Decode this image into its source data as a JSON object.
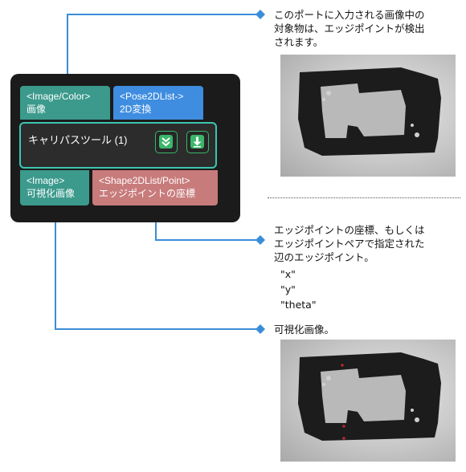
{
  "node": {
    "title": "キャリパスツール (1)",
    "inputs": [
      {
        "type": "<Image/Color>",
        "name": "画像",
        "color": "#3b9a8c"
      },
      {
        "type": "<Pose2DList->",
        "name": "2D変換",
        "color": "#3f8de0"
      }
    ],
    "outputs": [
      {
        "type": "<Image>",
        "name": "可視化画像",
        "color": "#3b9a8c"
      },
      {
        "type": "<Shape2DList/Point>",
        "name": "エッジポイントの座標",
        "color": "#c87b7b"
      }
    ],
    "buttons": [
      {
        "icon": "double-chevron-down-icon"
      },
      {
        "icon": "download-arrow-icon"
      }
    ]
  },
  "annotations": [
    {
      "lines": [
        "このポートに入力される画像中の",
        "対象物は、エッジポイントが検出",
        "されます。"
      ]
    },
    {
      "lines": [
        "エッジポイントの座標、もしくは",
        "エッジポイントペアで指定された",
        "辺のエッジポイント。"
      ],
      "fields": [
        "\"x\"",
        "\"y\"",
        "\"theta\""
      ]
    },
    {
      "lines": [
        "可視化画像。"
      ]
    }
  ],
  "colors": {
    "connector": "#3a8ed8",
    "node_background": "#1b1b1b",
    "node_border": "#3bc6b1",
    "button_border": "#3bb66a"
  }
}
